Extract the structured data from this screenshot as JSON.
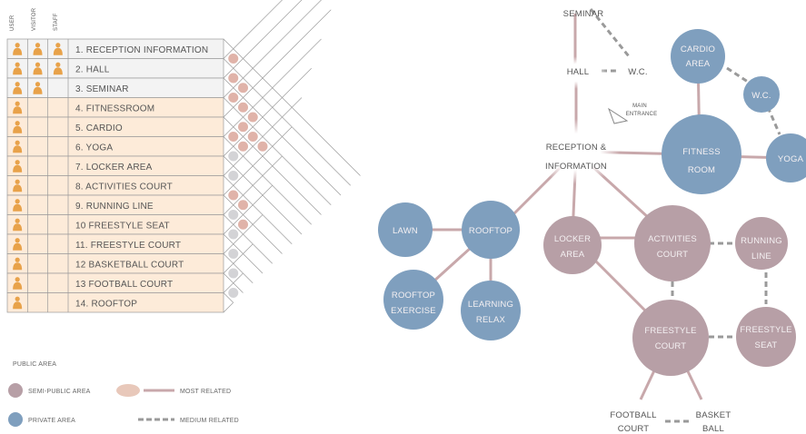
{
  "matrix": {
    "header_cols": [
      "USER",
      "VISITOR",
      "STAFF"
    ],
    "rows": [
      {
        "label": "1. RECEPTION INFORMATION",
        "icons": 3,
        "tint": "#f3f3f3",
        "rel": [
          {
            "c": 1,
            "k": "p"
          }
        ]
      },
      {
        "label": "2. HALL",
        "icons": 3,
        "tint": "#f3f3f3",
        "rel": [
          {
            "c": 1,
            "k": "p"
          },
          {
            "c": 2,
            "k": "p"
          }
        ]
      },
      {
        "label": "3. SEMINAR",
        "icons": 2,
        "tint": "#f3f3f3",
        "rel": [
          {
            "c": 1,
            "k": "p"
          },
          {
            "c": 2,
            "k": "p"
          },
          {
            "c": 3,
            "k": "p"
          }
        ]
      },
      {
        "label": "4. FITNESSROOM",
        "icons": 1,
        "tint": "#fdebd9",
        "rel": [
          {
            "c": 2,
            "k": "p"
          },
          {
            "c": 3,
            "k": "p"
          },
          {
            "c": 4,
            "k": "p"
          }
        ]
      },
      {
        "label": "5. CARDIO",
        "icons": 1,
        "tint": "#fdebd9",
        "rel": [
          {
            "c": 1,
            "k": "p"
          },
          {
            "c": 2,
            "k": "p"
          }
        ]
      },
      {
        "label": "6. YOGA",
        "icons": 1,
        "tint": "#fdebd9",
        "rel": [
          {
            "c": 1,
            "k": "g"
          }
        ]
      },
      {
        "label": "7. LOCKER AREA",
        "icons": 1,
        "tint": "#fdebd9",
        "rel": [
          {
            "c": 1,
            "k": "g"
          }
        ]
      },
      {
        "label": "8. ACTIVITIES COURT",
        "icons": 1,
        "tint": "#fdebd9",
        "rel": [
          {
            "c": 1,
            "k": "p"
          },
          {
            "c": 2,
            "k": "p"
          },
          {
            "c": 7,
            "k": "p"
          }
        ]
      },
      {
        "label": "9. RUNNING LINE",
        "icons": 1,
        "tint": "#fdebd9",
        "rel": [
          {
            "c": 1,
            "k": "g"
          },
          {
            "c": 2,
            "k": "p"
          }
        ]
      },
      {
        "label": "10 FREESTYLE SEAT",
        "icons": 1,
        "tint": "#fdebd9",
        "rel": [
          {
            "c": 1,
            "k": "g"
          }
        ]
      },
      {
        "label": "11. FREESTYLE COURT",
        "icons": 1,
        "tint": "#fdebd9",
        "rel": [
          {
            "c": 1,
            "k": "g"
          }
        ]
      },
      {
        "label": "12 BASKETBALL COURT",
        "icons": 1,
        "tint": "#fdebd9",
        "rel": [
          {
            "c": 1,
            "k": "g"
          }
        ]
      },
      {
        "label": "13 FOOTBALL COURT",
        "icons": 1,
        "tint": "#fdebd9",
        "rel": [
          {
            "c": 1,
            "k": "g"
          }
        ]
      },
      {
        "label": "14. ROOFTOP",
        "icons": 1,
        "tint": "#fdebd9",
        "rel": []
      }
    ]
  },
  "legend": {
    "public": "PUBLIC AREA",
    "semi": "SEMI-PUBLIC AREA",
    "private": "PRIVATE AREA",
    "most": "MOST RELATED",
    "medium": "MEDIUM RELATED"
  },
  "bubbles": {
    "seminar": "SEMINAR",
    "hall": "HALL",
    "wc_top": "W.C.",
    "main_entrance_1": "MAIN",
    "main_entrance_2": "ENTRANCE",
    "reception_1": "RECEPTION &",
    "reception_2": "INFORMATION",
    "cardio_1": "CARDIO",
    "cardio_2": "AREA",
    "wc_right": "W.C.",
    "fitness_1": "FITNESS",
    "fitness_2": "ROOM",
    "yoga": "YOGA",
    "lawn": "LAWN",
    "rooftop": "ROOFTOP",
    "rooftop_ex_1": "ROOFTOP",
    "rooftop_ex_2": "EXERCISE",
    "learning_1": "LEARNING",
    "learning_2": "RELAX",
    "locker_1": "LOCKER",
    "locker_2": "AREA",
    "activities_1": "ACTIVITIES",
    "activities_2": "COURT",
    "running_1": "RUNNING",
    "running_2": "LINE",
    "freecourt_1": "FREESTYLE",
    "freecourt_2": "COURT",
    "freeseat_1": "FREESTYLE",
    "freeseat_2": "SEAT",
    "football_1": "FOOTBALL",
    "football_2": "COURT",
    "basket_1": "BASKET",
    "basket_2": "BALL"
  },
  "colors": {
    "private": "#7f9fbe",
    "semi": "#b79fa6",
    "public_glow": "#ffffff",
    "most_line": "#c8a8ab",
    "medium_line": "#9a9a9a",
    "icon": "#e8a24a",
    "dot_pink": "#e0b3a9",
    "dot_gray": "#d3d3d6"
  }
}
